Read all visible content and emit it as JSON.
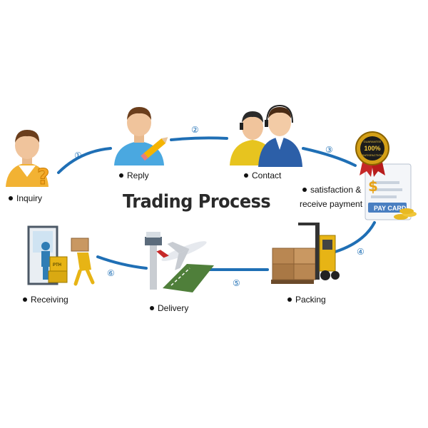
{
  "title": "Trading Process",
  "colors": {
    "path": "#1f6fb5",
    "step_number": "#1f6fb5",
    "label": "#111111"
  },
  "steps": [
    {
      "number": "①",
      "label": "Inquiry",
      "icon": "person-question-icon"
    },
    {
      "number": "②",
      "label": "Reply",
      "icon": "person-pencil-icon"
    },
    {
      "number": "③",
      "label": "Contact",
      "icon": "headset-agents-icon"
    },
    {
      "number": "④",
      "label_line1": "satisfaction &",
      "label_line2": "receive payment",
      "icon": "pay-card-guarantee-icon"
    },
    {
      "number": "⑤",
      "label": "Packing",
      "icon": "forklift-boxes-icon"
    },
    {
      "number": "⑥",
      "label": "Delivery",
      "icon": "airplane-tower-icon"
    },
    {
      "label": "Receiving",
      "icon": "door-delivery-icon"
    }
  ],
  "badges": {
    "guarantee_top": "GUARANTEE",
    "guarantee_pct": "100%",
    "guarantee_bottom": "SATISFACTION",
    "pay_card": "PAY CARD",
    "box_mark": "PTH"
  }
}
